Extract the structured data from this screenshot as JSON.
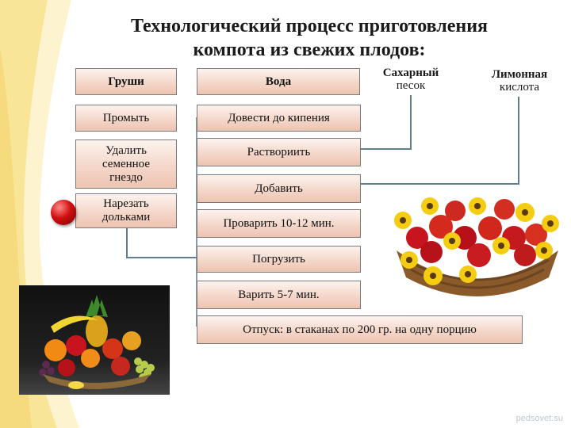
{
  "title_line1": "Технологический процесс приготовления",
  "title_line2": "компота из свежих плодов:",
  "ingredients": {
    "pears": "Груши",
    "water": "Вода",
    "sugar_line1": "Сахарный",
    "sugar_line2": "песок",
    "citric_line1": "Лимонная",
    "citric_line2": "кислота"
  },
  "pear_steps": {
    "wash": "Промыть",
    "core_line1": "Удалить",
    "core_line2": "семенное",
    "core_line3": "гнездо",
    "slice_line1": "Нарезать",
    "slice_line2": "дольками"
  },
  "main_steps": {
    "boil": "Довести до кипения",
    "dissolve": "Раствориить",
    "add": "Добавить",
    "cook": "Проварить 10-12 мин.",
    "immerse": "Погрузить",
    "simmer": "Варить 5-7 мин.",
    "serve": "Отпуск: в стаканах по 200 гр. на одну порцию"
  },
  "watermark": "pedsovet.su",
  "colors": {
    "box_top": "#fdf3ee",
    "box_bottom": "#eec3b1",
    "connector": "#5f7f8f",
    "swoosh": "#f3d36a"
  }
}
